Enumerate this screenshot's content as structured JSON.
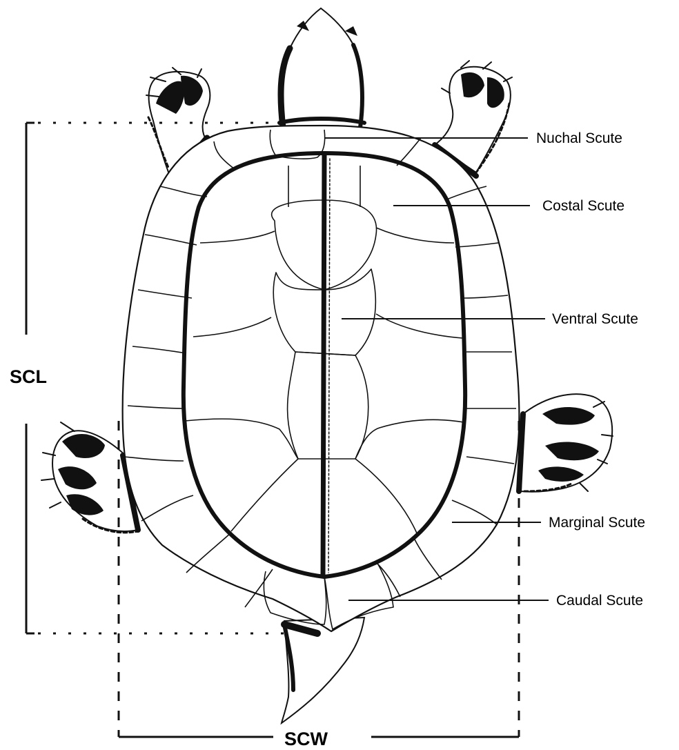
{
  "diagram": {
    "labels": {
      "nuchal": "Nuchal Scute",
      "costal": "Costal Scute",
      "ventral": "Ventral Scute",
      "marginal": "Marginal Scute",
      "caudal": "Caudal Scute"
    },
    "measurements": {
      "length": "SCL",
      "width": "SCW"
    }
  }
}
